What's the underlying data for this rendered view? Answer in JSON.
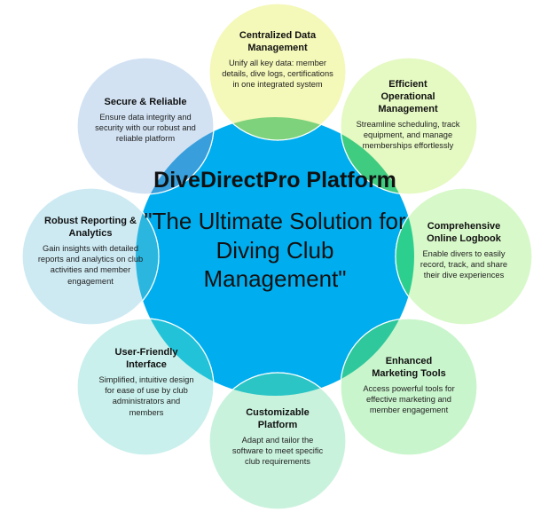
{
  "center": {
    "title": "DiveDirectPro Platform",
    "tagline": "\"The Ultimate Solution for Diving Club Management\"",
    "color": "#00aeef"
  },
  "features": [
    {
      "title": "Centralized Data Management",
      "desc": "Unify all key data: member details, dive logs, certifications in one integrated system",
      "color": "#f4f8b8",
      "overlap": "#7fd27c"
    },
    {
      "title": "Efficient Operational Management",
      "desc": "Streamline scheduling, track equipment, and manage memberships effortlessly",
      "color": "#e5f9c2",
      "overlap": "#40cc80"
    },
    {
      "title": "Comprehensive Online Logbook",
      "desc": "Enable divers to easily record, track, and share their dive experiences",
      "color": "#d7f8c9",
      "overlap": "#2dcf8e"
    },
    {
      "title": "Enhanced Marketing Tools",
      "desc": "Access powerful tools for effective marketing and member engagement",
      "color": "#c9f5cc",
      "overlap": "#2ec89c"
    },
    {
      "title": "Customizable Platform",
      "desc": "Adapt and tailor the software to meet specific club requirements",
      "color": "#c9f2dd",
      "overlap": "#2cc5c6"
    },
    {
      "title": "User-Friendly Interface",
      "desc": "Simplified, intuitive design for ease of use by club administrators and members",
      "color": "#c9f0ec",
      "overlap": "#22c3d8"
    },
    {
      "title": "Robust Reporting & Analytics",
      "desc": "Gain insights with detailed reports and analytics on club activities and member engagement",
      "color": "#cdeaf3",
      "overlap": "#2bb6e0"
    },
    {
      "title": "Secure & Reliable",
      "desc": "Ensure data integrity and security with our robust and reliable platform",
      "color": "#d2e2f3",
      "overlap": "#389fdc"
    }
  ]
}
